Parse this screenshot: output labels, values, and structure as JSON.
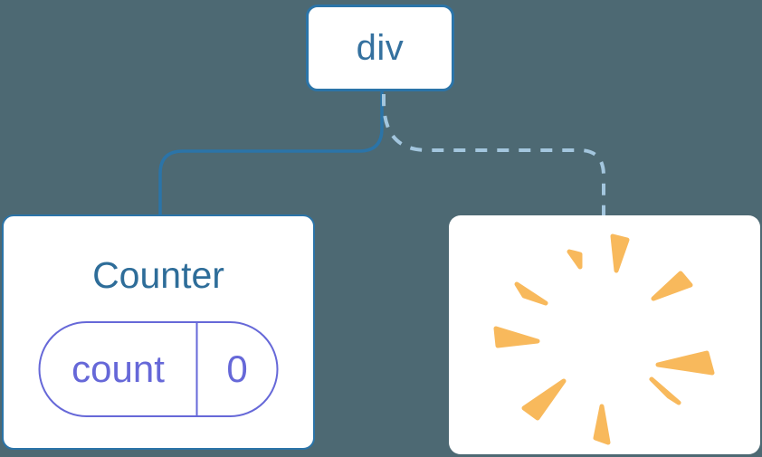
{
  "diagram": {
    "description": "render tree with removed child",
    "root_node": {
      "label": "div"
    },
    "children": [
      {
        "type": "component-card",
        "title": "Counter",
        "state": {
          "name": "count",
          "value": "0"
        },
        "connector_style": "solid"
      },
      {
        "type": "removed-card",
        "icon": "poof-burst-icon",
        "connector_style": "dashed"
      }
    ],
    "colors": {
      "background": "#4D6973",
      "card_background": "#FFFFFF",
      "node_border_blue": "#2B74A8",
      "node_text_blue": "#35719F",
      "title_text_blue": "#2E6D99",
      "solid_connector": "#2B74A8",
      "dashed_connector": "#A3C6DE",
      "state_accent_indigo": "#6668D8",
      "poof_orange": "#F8B95C"
    }
  }
}
